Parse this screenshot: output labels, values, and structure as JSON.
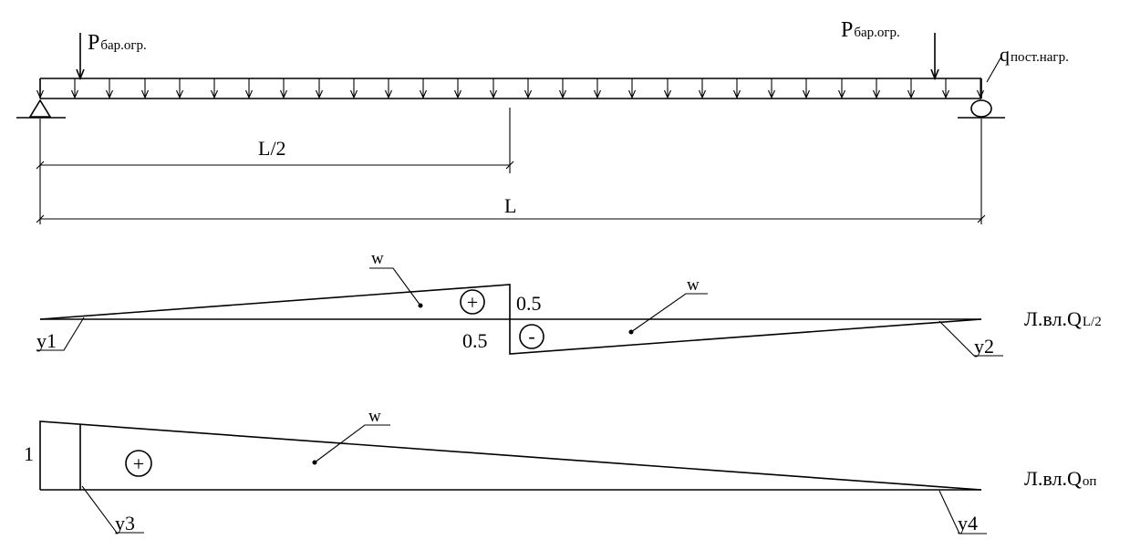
{
  "loads": {
    "p_main": "P",
    "p_left_sub": "бар.огр.",
    "p_right_sub": "бар.огр.",
    "q_main": "q",
    "q_sub": "пост.нагр."
  },
  "dimensions": {
    "half_span": "L/2",
    "span": "L"
  },
  "influence_line_mid": {
    "caption_main": "Л.вл.Q",
    "caption_sub": "L/2",
    "ordinate_positive": "0.5",
    "ordinate_negative": "0.5",
    "sign_plus": "+",
    "sign_minus": "-",
    "area_left": "w",
    "area_right": "w",
    "y_left": "y1",
    "y_right": "y2"
  },
  "influence_line_support": {
    "caption_main": "Л.вл.Q",
    "caption_sub": "оп",
    "ordinate": "1",
    "sign_plus": "+",
    "area": "w",
    "y_left": "y3",
    "y_right": "y4"
  }
}
